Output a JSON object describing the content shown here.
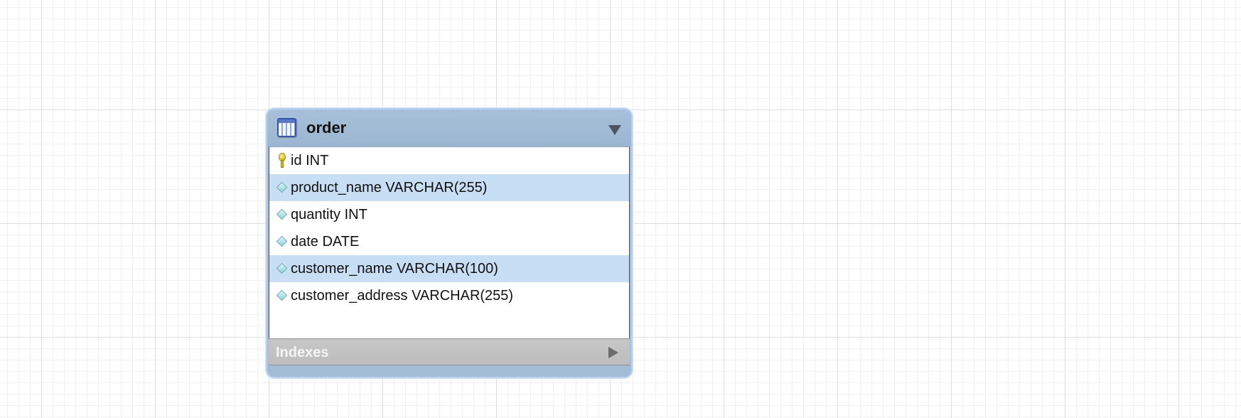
{
  "canvas": {
    "background_color": "#ffffff",
    "grid_color": "#dedede"
  },
  "table": {
    "name": "order",
    "icon": "table-icon",
    "collapse_icon": "triangle-down-icon",
    "header_color": "#9eb8d4",
    "columns": [
      {
        "label": "id INT",
        "icon": "primary-key-icon",
        "highlighted": false
      },
      {
        "label": "product_name VARCHAR(255)",
        "icon": "column-diamond-icon",
        "highlighted": true
      },
      {
        "label": "quantity INT",
        "icon": "column-diamond-icon",
        "highlighted": false
      },
      {
        "label": "date DATE",
        "icon": "column-diamond-icon",
        "highlighted": false
      },
      {
        "label": "customer_name VARCHAR(100)",
        "icon": "column-diamond-icon",
        "highlighted": true
      },
      {
        "label": "customer_address VARCHAR(255)",
        "icon": "column-diamond-icon",
        "highlighted": false
      }
    ],
    "highlight_color": "#c8def5",
    "indexes": {
      "label": "Indexes",
      "icon": "triangle-right-icon"
    }
  }
}
